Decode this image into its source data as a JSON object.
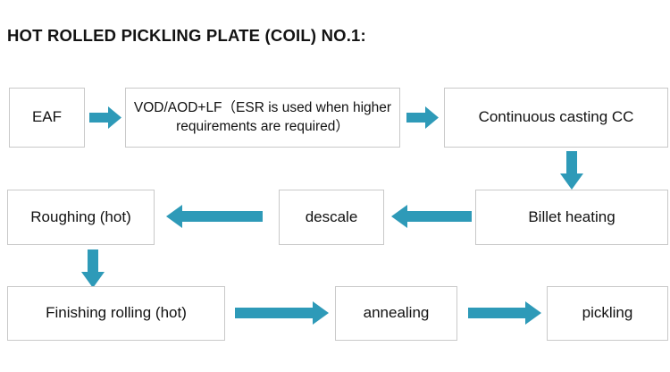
{
  "title": "HOT ROLLED PICKLING PLATE (COIL) NO.1:",
  "colors": {
    "arrow": "#2e9ab8",
    "box_border": "#c9c9c9",
    "box_fill": "#ffffff",
    "text": "#111111",
    "title_text": "#131313",
    "background": "#ffffff"
  },
  "diagram": {
    "type": "process-flowchart",
    "nodes": [
      {
        "id": "eaf",
        "label": "EAF",
        "row": 1
      },
      {
        "id": "vod",
        "label": "VOD/AOD+LF（ESR is used when higher requirements are required）",
        "row": 1
      },
      {
        "id": "cc",
        "label": "Continuous casting CC",
        "row": 1
      },
      {
        "id": "billet",
        "label": "Billet heating",
        "row": 2
      },
      {
        "id": "descale",
        "label": "descale",
        "row": 2
      },
      {
        "id": "roughing",
        "label": "Roughing (hot)",
        "row": 2
      },
      {
        "id": "finishing",
        "label": "Finishing rolling (hot)",
        "row": 3
      },
      {
        "id": "annealing",
        "label": "annealing",
        "row": 3
      },
      {
        "id": "pickling",
        "label": "pickling",
        "row": 3
      }
    ],
    "connectors": [
      {
        "from": "eaf",
        "to": "vod",
        "direction": "right"
      },
      {
        "from": "vod",
        "to": "cc",
        "direction": "right"
      },
      {
        "from": "cc",
        "to": "billet",
        "direction": "down"
      },
      {
        "from": "billet",
        "to": "descale",
        "direction": "left"
      },
      {
        "from": "descale",
        "to": "roughing",
        "direction": "left"
      },
      {
        "from": "roughing",
        "to": "finishing",
        "direction": "down"
      },
      {
        "from": "finishing",
        "to": "annealing",
        "direction": "right"
      },
      {
        "from": "annealing",
        "to": "pickling",
        "direction": "right"
      }
    ]
  }
}
